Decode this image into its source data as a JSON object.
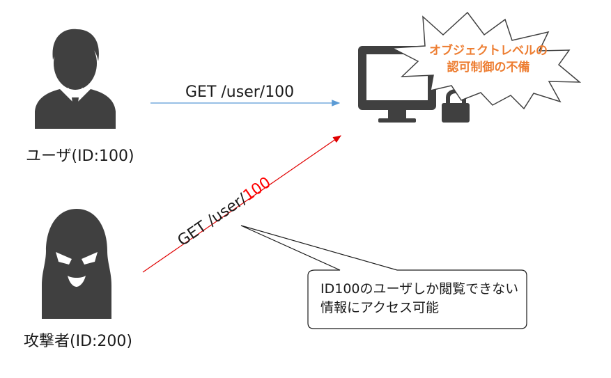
{
  "user": {
    "label": "ユーザ(ID:100)",
    "request": "GET /user/100"
  },
  "attacker": {
    "label": "攻撃者(ID:200)",
    "request_prefix": "GET /user/",
    "request_id": "100"
  },
  "vulnerability": {
    "line1": "オブジェクトレベルの",
    "line2": "認可制御の不備"
  },
  "callout": {
    "text": "ID100のユーザしか閲覧できない情報にアクセス可能"
  },
  "colors": {
    "icon": "#404040",
    "user_arrow": "#5b9bd5",
    "attack_arrow": "#e00000",
    "highlight_text": "#ff0000",
    "burst_text": "#ed7d31"
  },
  "icons": [
    "businessman-icon",
    "masked-attacker-icon",
    "computer-monitor-icon",
    "padlock-icon",
    "explosion-burst-icon"
  ]
}
